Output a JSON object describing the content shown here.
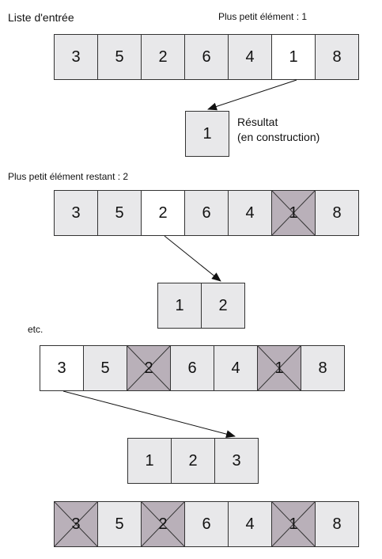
{
  "texts": {
    "input_list": "Liste d'entrée",
    "smallest": "Plus petit élément : 1",
    "result_line1": "Résultat",
    "result_line2": "(en construction)",
    "smallest_remaining": "Plus petit élément restant : 2",
    "etc": "etc."
  },
  "row1": [
    "3",
    "5",
    "2",
    "6",
    "4",
    "1",
    "8"
  ],
  "result1": [
    "1"
  ],
  "row2": [
    "3",
    "5",
    "2",
    "6",
    "4",
    "1",
    "8"
  ],
  "result2": [
    "1",
    "2"
  ],
  "row3": [
    "3",
    "5",
    "2",
    "6",
    "4",
    "1",
    "8"
  ],
  "result3": [
    "1",
    "2",
    "3"
  ],
  "row4": [
    "3",
    "5",
    "2",
    "6",
    "4",
    "1",
    "8"
  ],
  "colors": {
    "cell": "#e8e8ea",
    "highlight": "#ffffff",
    "crossed": "#b9b0b9"
  }
}
